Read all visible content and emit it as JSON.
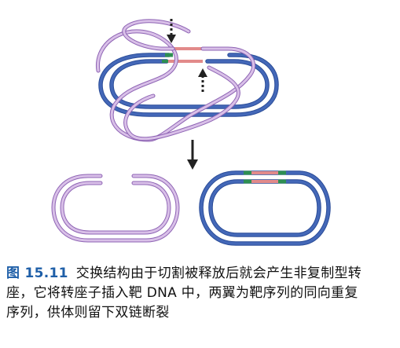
{
  "figure": {
    "colors": {
      "donor_strand": "#c8a6dc",
      "donor_strand_edge": "#8e64b4",
      "target_strand": "#4468b8",
      "target_strand_edge": "#2a4c98",
      "duplication_red": "#e28a8a",
      "duplication_green": "#2e8f52",
      "arrow": "#222222",
      "caption_label": "#1f5fa8"
    },
    "icons": {
      "cut_arrow_top": "dotted-down-arrow-icon",
      "cut_arrow_bottom": "dotted-up-arrow-icon",
      "process_arrow": "down-arrow-icon"
    }
  },
  "caption": {
    "label": "图 15.11",
    "line1": "交换结构由于切割被释放后就会产生非复制型转",
    "line2": "座，它将转座子插入靶 DNA 中，两翼为靶序列的同向重复",
    "line3": "序列，供体则留下双链断裂"
  }
}
